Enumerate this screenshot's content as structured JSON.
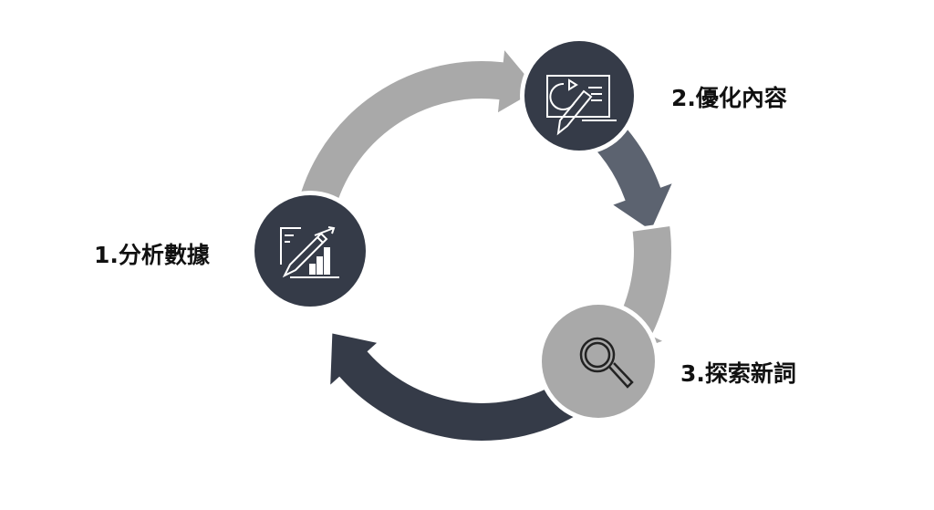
{
  "steps": [
    {
      "label": "1.分析數據",
      "icon": "chart-pencil-icon"
    },
    {
      "label": "2.優化內容",
      "icon": "laptop-pencil-icon"
    },
    {
      "label": "3.探索新詞",
      "icon": "magnifier-icon"
    }
  ],
  "colors": {
    "dark": "#353b48",
    "mid": "#5c6370",
    "light": "#a9a9a9",
    "bg": "#ffffff"
  }
}
